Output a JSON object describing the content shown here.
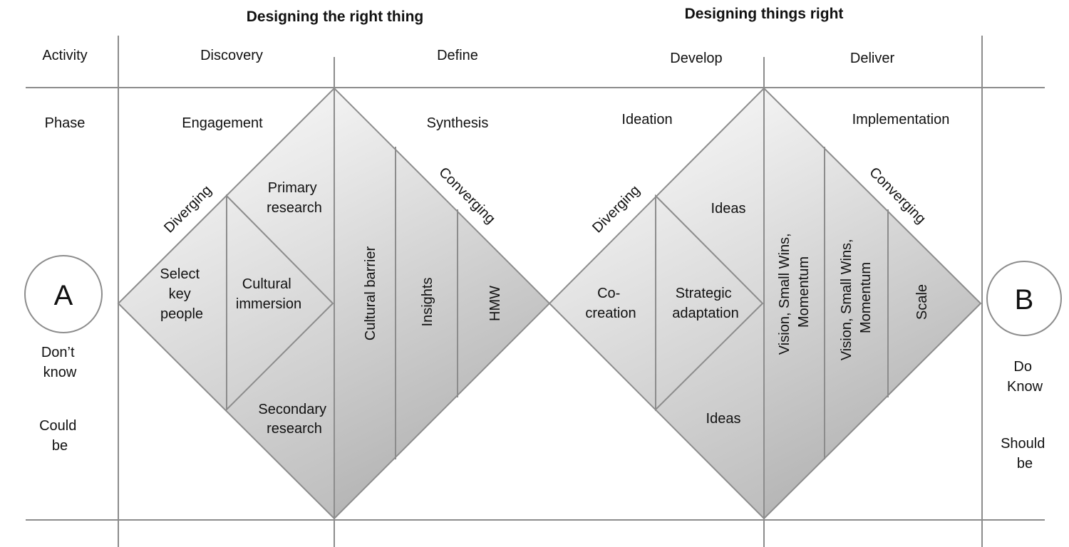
{
  "headers": {
    "left_title": "Designing the right thing",
    "right_title": "Designing things right"
  },
  "columns": {
    "activity": "Activity",
    "discovery": "Discovery",
    "define": "Define",
    "develop": "Develop",
    "deliver": "Deliver"
  },
  "phases": {
    "phase_label": "Phase",
    "engagement": "Engagement",
    "synthesis": "Synthesis",
    "ideation": "Ideation",
    "implementation": "Implementation"
  },
  "diamond1": {
    "diverging": "Diverging",
    "converging": "Converging",
    "primary_research": [
      "Primary",
      "research"
    ],
    "select_key_people": [
      "Select",
      "key",
      "people"
    ],
    "cultural_immersion": [
      "Cultural",
      "immersion"
    ],
    "secondary_research": [
      "Secondary",
      "research"
    ],
    "cultural_barrier": "Cultural barrier",
    "insights": "Insights",
    "hmw": "HMW"
  },
  "diamond2": {
    "diverging": "Diverging",
    "converging": "Converging",
    "ideas_top": "Ideas",
    "co_creation": [
      "Co-",
      "creation"
    ],
    "strategic_adaptation": [
      "Strategic",
      "adaptation"
    ],
    "ideas_bottom": "Ideas",
    "vision_1": [
      "Vision, Small Wins,",
      "Momentum"
    ],
    "vision_2": [
      "Vision, Small Wins,",
      "Momentum"
    ],
    "scale": "Scale"
  },
  "start": {
    "letter": "A",
    "state_1": [
      "Don’t",
      "know"
    ],
    "state_2": [
      "Could",
      "be"
    ]
  },
  "end": {
    "letter": "B",
    "state_1": [
      "Do",
      "Know"
    ],
    "state_2": [
      "Should",
      "be"
    ]
  },
  "colors": {
    "line": "#8c8c8c",
    "diamond_light": "#f4f4f4",
    "diamond_dark": "#a9a9a9",
    "text": "#111111"
  }
}
